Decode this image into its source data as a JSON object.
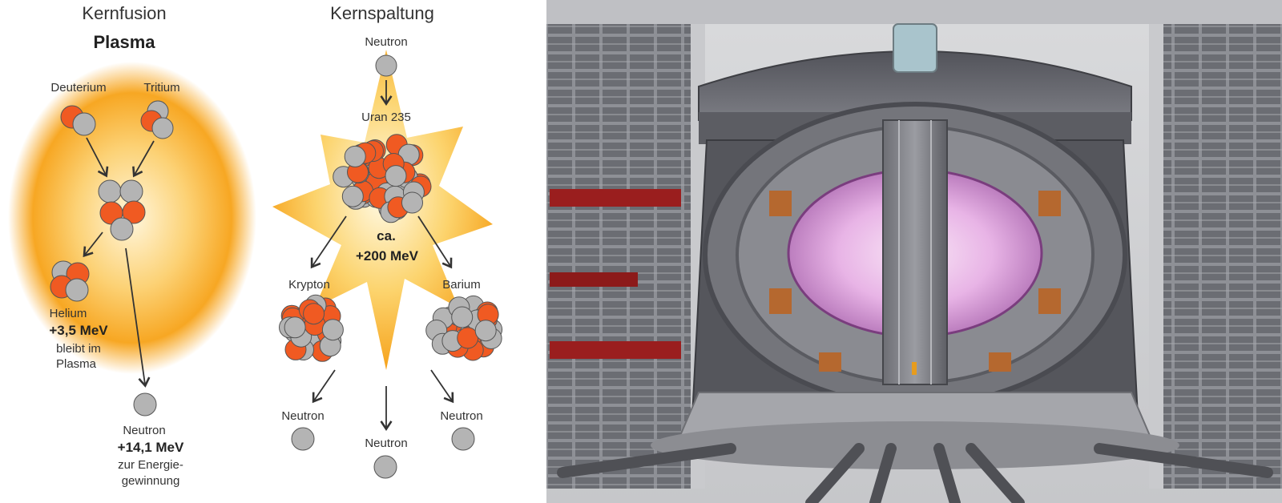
{
  "fusion": {
    "title": "Kernfusion",
    "plasma_label": "Plasma",
    "deuterium": "Deuterium",
    "tritium": "Tritium",
    "helium": "Helium",
    "helium_energy": "+3,5 MeV",
    "helium_note_1": "bleibt im",
    "helium_note_2": "Plasma",
    "neutron": "Neutron",
    "neutron_energy": "+14,1 MeV",
    "neutron_note_1": "zur Energie-",
    "neutron_note_2": "gewinnung"
  },
  "fission": {
    "title": "Kernspaltung",
    "neutron_in": "Neutron",
    "uranium": "Uran 235",
    "energy_1": "ca.",
    "energy_2": "+200 MeV",
    "krypton": "Krypton",
    "barium": "Barium",
    "neutron_left": "Neutron",
    "neutron_center": "Neutron",
    "neutron_right": "Neutron"
  },
  "colors": {
    "proton": "#f05a22",
    "neutron_particle": "#b4b4b4",
    "plasma_glow": "#f6a21b",
    "plasma_text": "#f39a1c",
    "arrow": "#333333"
  },
  "photo": {
    "icon": "tokamak-reactor-cutaway"
  }
}
